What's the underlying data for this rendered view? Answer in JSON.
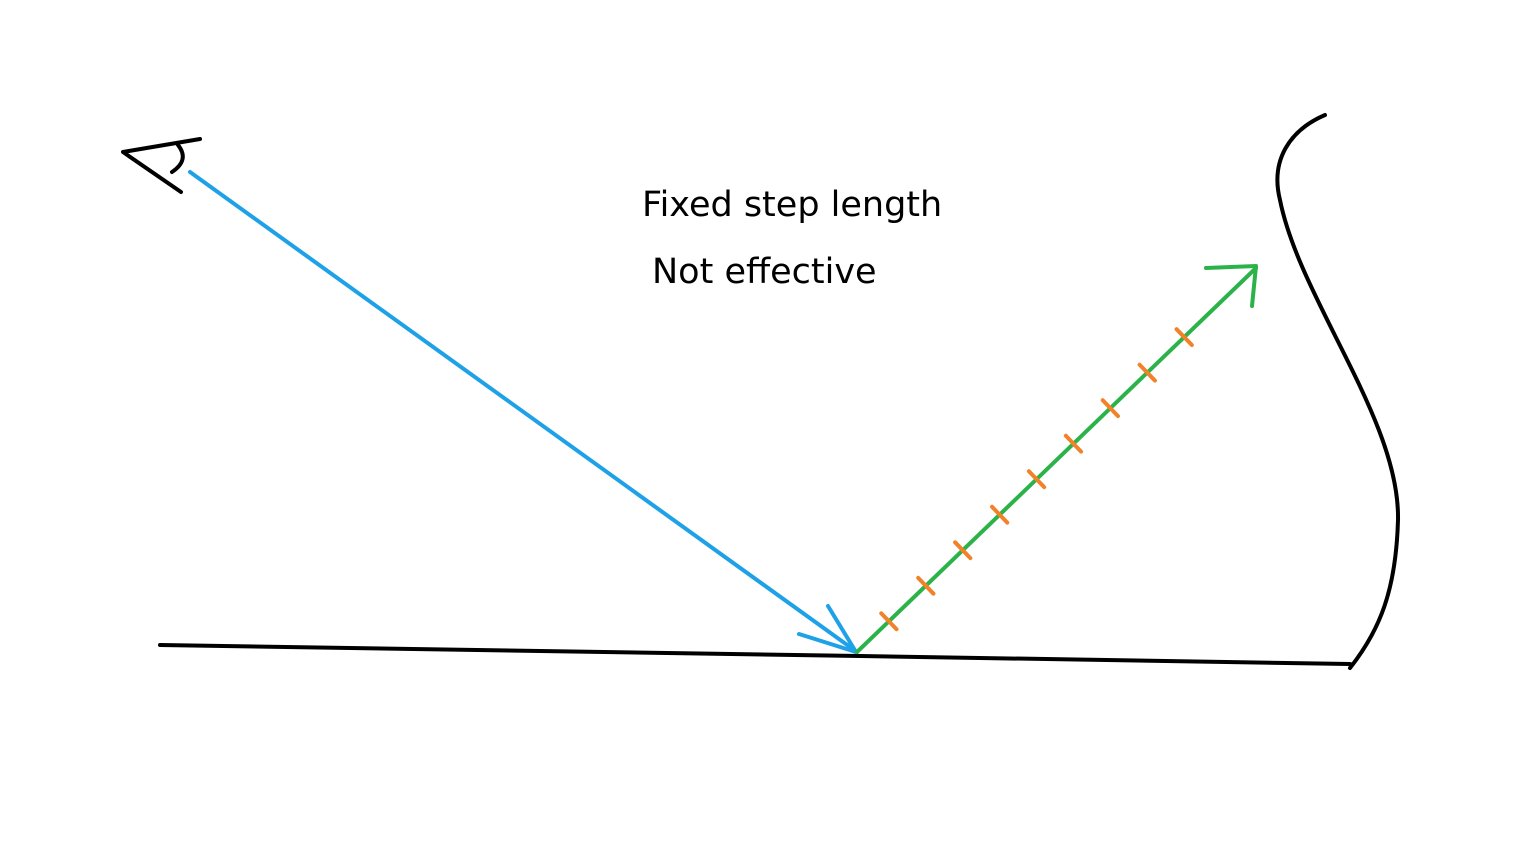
{
  "labels": {
    "line1": "Fixed step length",
    "line2": "Not effective"
  },
  "colors": {
    "ink": "#000000",
    "incident_ray": "#1ea1e6",
    "reflected_ray": "#2bb34a",
    "step_marks": "#f2822a",
    "background": "#ffffff"
  },
  "icons": {
    "viewer": "eye-icon"
  },
  "diagram": {
    "step_mark_count": 9
  }
}
